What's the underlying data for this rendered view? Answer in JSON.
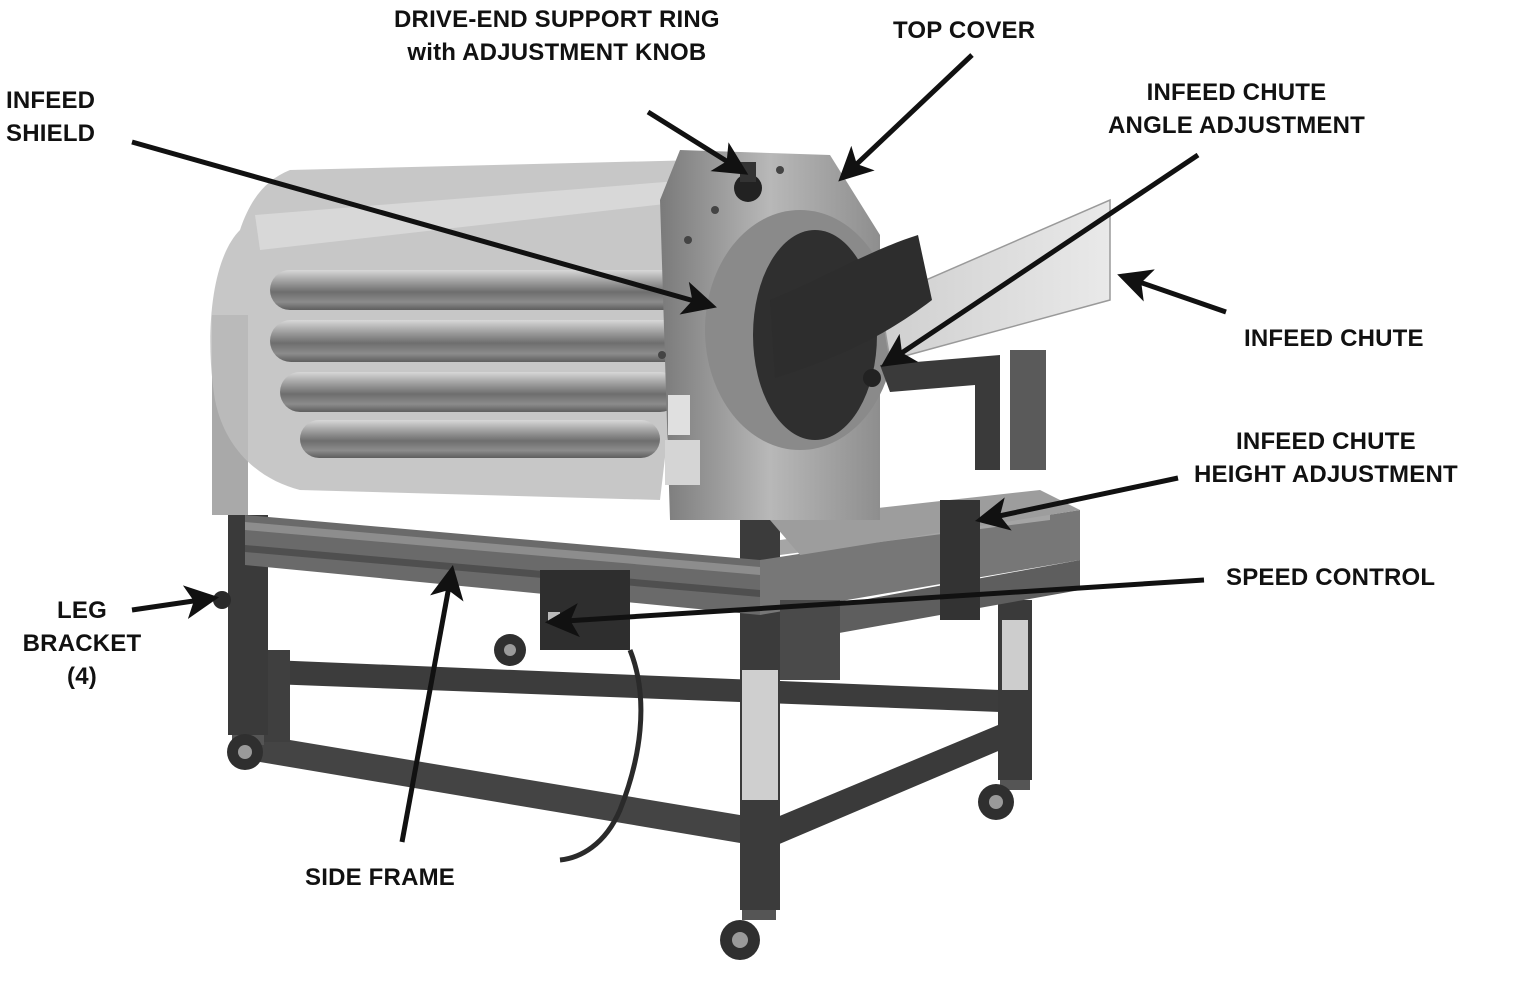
{
  "labels": {
    "drive_end": [
      "DRIVE-END SUPPORT RING",
      "with ADJUSTMENT KNOB"
    ],
    "top_cover": [
      "TOP COVER"
    ],
    "infeed_shield": [
      "INFEED",
      "SHIELD"
    ],
    "chute_angle": [
      "INFEED CHUTE",
      "ANGLE ADJUSTMENT"
    ],
    "infeed_chute": [
      "INFEED CHUTE"
    ],
    "chute_height": [
      "INFEED CHUTE",
      "HEIGHT ADJUSTMENT"
    ],
    "speed_control": [
      "SPEED CONTROL"
    ],
    "leg_bracket": [
      "LEG",
      "BRACKET",
      "(4)"
    ],
    "side_frame": [
      "SIDE FRAME"
    ]
  },
  "colors": {
    "label_text": "#111111",
    "arrow": "#111111",
    "machine_dark": "#3a3a3a",
    "machine_mid": "#8a8a8a",
    "machine_light": "#c9c9c9"
  }
}
